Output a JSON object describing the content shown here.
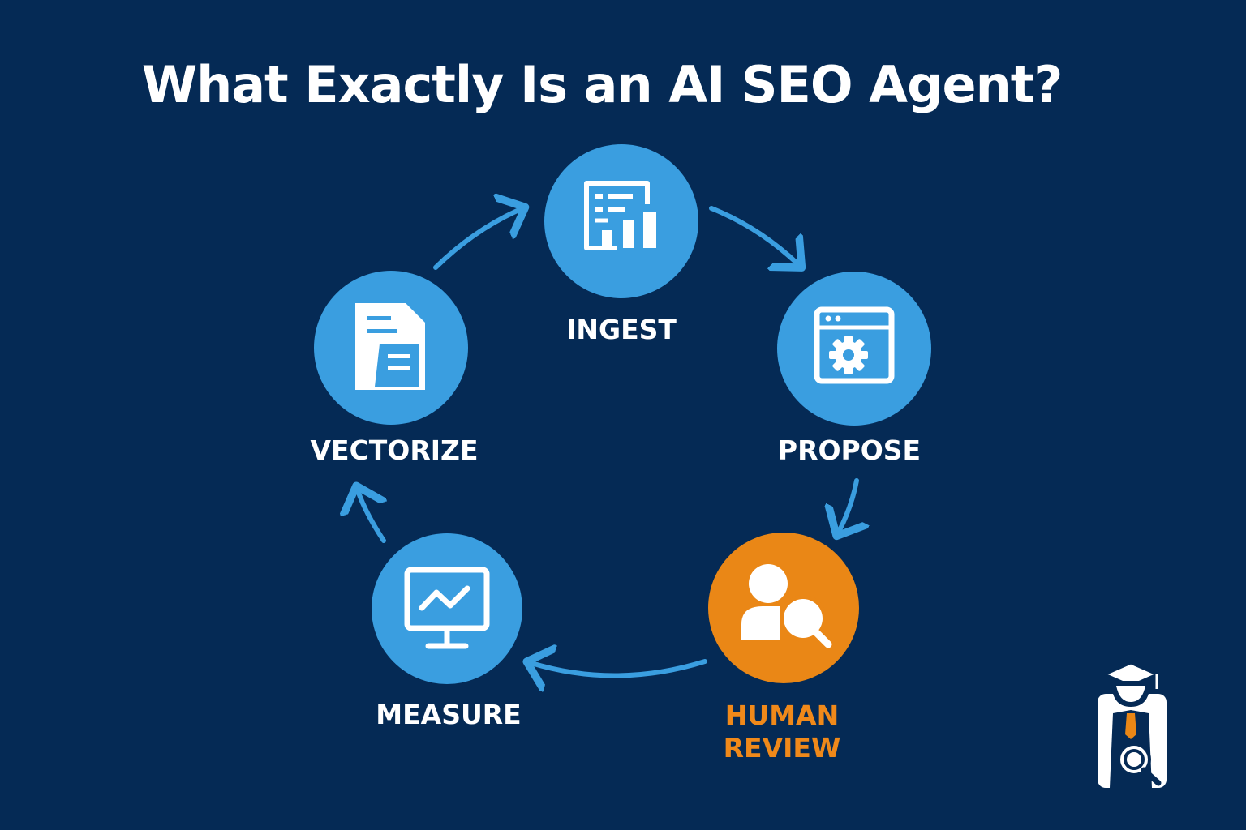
{
  "title": "What Exactly Is an AI SEO Agent?",
  "colors": {
    "background": "#052a55",
    "node_blue": "#3a9ee0",
    "node_highlight": "#ea8716",
    "arrow": "#3a9ee0",
    "label_text": "#ffffff",
    "label_highlight": "#f0891a"
  },
  "steps": [
    {
      "label": "INGEST",
      "icon": "dashboard-report-icon",
      "highlight": false
    },
    {
      "label": "PROPOSE",
      "icon": "browser-gear-icon",
      "highlight": false
    },
    {
      "label_line1": "HUMAN",
      "label_line2": "REVIEW",
      "icon": "person-magnifier-icon",
      "highlight": true
    },
    {
      "label": "MEASURE",
      "icon": "monitor-trend-icon",
      "highlight": false
    },
    {
      "label": "VECTORIZE",
      "icon": "document-icon",
      "highlight": false
    }
  ],
  "logo": {
    "icon": "graduate-magnifier-logo"
  }
}
